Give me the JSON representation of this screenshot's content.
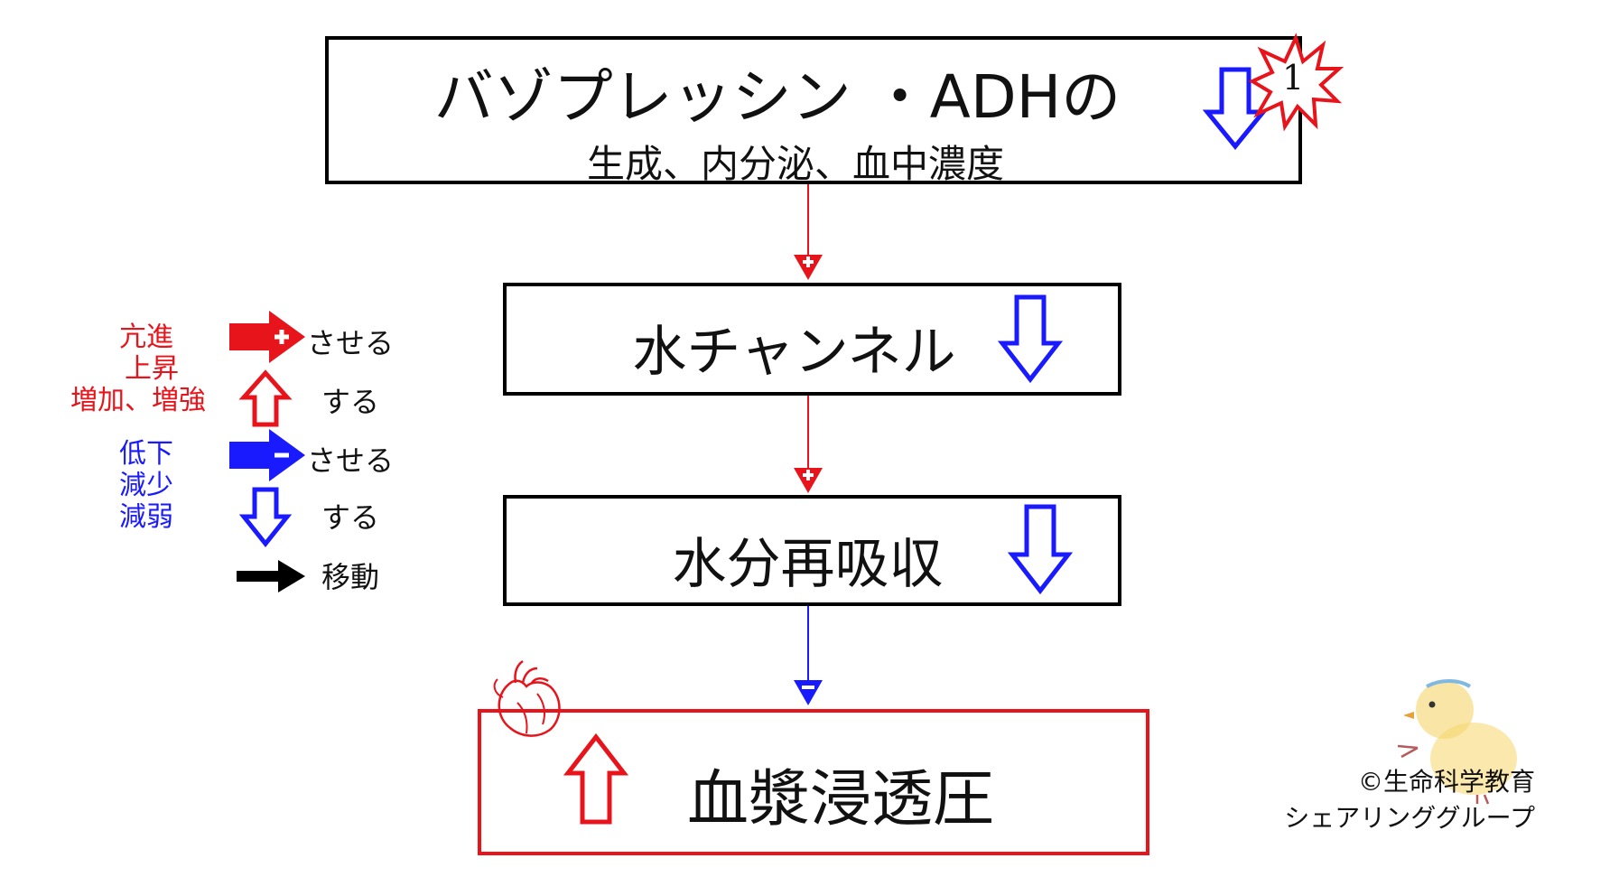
{
  "colors": {
    "increase": "#e8141b",
    "decrease": "#1a1aff",
    "move": "#000000"
  },
  "box1": {
    "title": "バゾプレッシン ・ADHの",
    "subtitle": "生成、内分泌、血中濃度",
    "direction": "down-icon",
    "badge": "1"
  },
  "box2": {
    "title": "水チャンネル",
    "direction": "down-icon"
  },
  "box3": {
    "title": "水分再吸収",
    "direction": "down-icon"
  },
  "box4": {
    "title": "血漿浸透圧",
    "direction": "up-icon",
    "icon": "heart-icon"
  },
  "connectors": [
    {
      "sign": "+",
      "color": "increase"
    },
    {
      "sign": "+",
      "color": "increase"
    },
    {
      "sign": "−",
      "color": "decrease"
    }
  ],
  "legend": {
    "increase_words": [
      "亢進",
      "上昇",
      "増加、増強"
    ],
    "decrease_words": [
      "低下",
      "減少",
      "減弱"
    ],
    "cause": "させる",
    "do": "する",
    "move": "移動"
  },
  "credit": {
    "line1": "©生命科学教育",
    "line2": "シェアリンググループ",
    "icon": "chick-icon"
  }
}
